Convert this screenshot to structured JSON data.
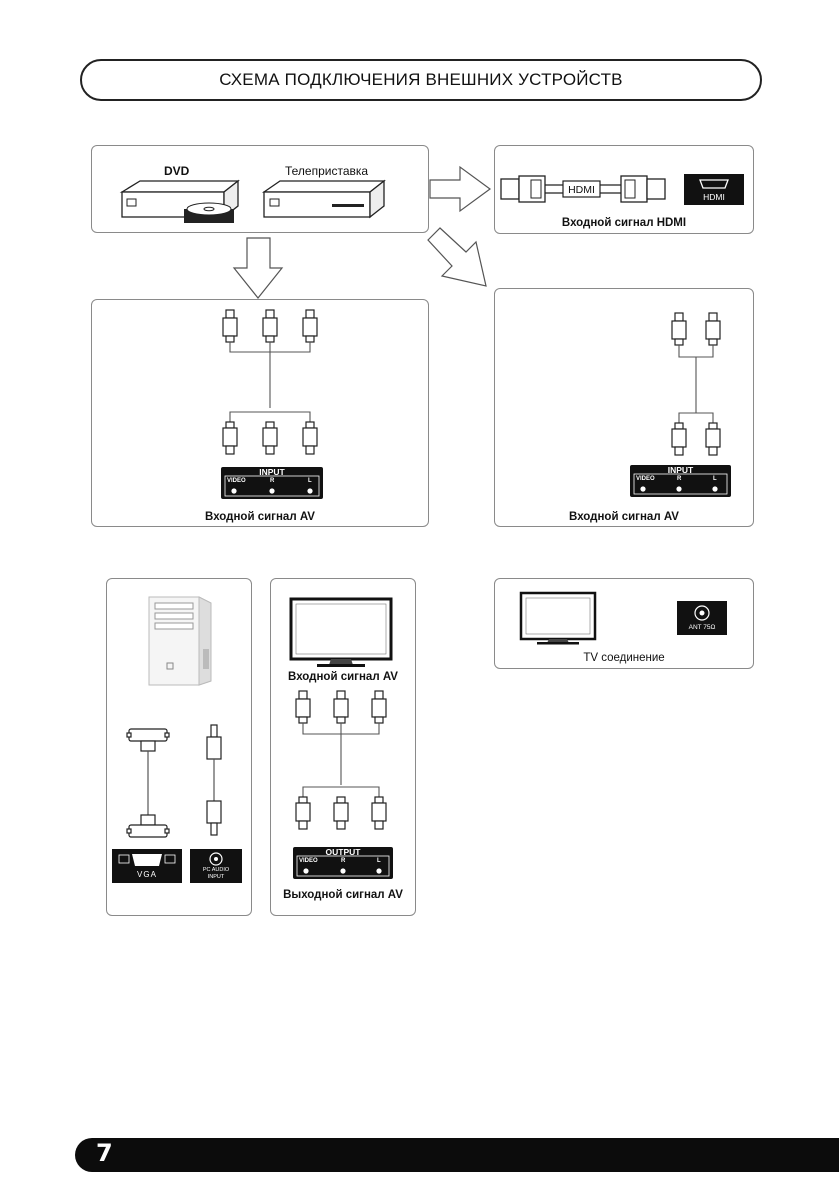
{
  "page": {
    "title": "СХЕМА ПОДКЛЮЧЕНИЯ ВНЕШНИХ УСТРОЙСТВ",
    "page_number": "7"
  },
  "sources": {
    "dvd_label": "DVD",
    "stb_label": "Телеприставка"
  },
  "hdmi": {
    "cable_label": "HDMI",
    "port_label": "HDMI",
    "caption": "Входной сигнал HDMI"
  },
  "av_left": {
    "panel_title": "INPUT",
    "port_labels": [
      "VIDEO",
      "R",
      "L"
    ],
    "caption": "Входной сигнал AV"
  },
  "av_right": {
    "panel_title": "INPUT",
    "port_labels": [
      "VIDEO",
      "R",
      "L"
    ],
    "caption": "Входной сигнал AV"
  },
  "pc": {
    "vga_label": "VGA",
    "audio_label_1": "PC AUDIO",
    "audio_label_2": "INPUT"
  },
  "av_output": {
    "top_caption": "Входной сигнал AV",
    "panel_title": "OUTPUT",
    "port_labels": [
      "VIDEO",
      "R",
      "L"
    ],
    "caption": "Выходной сигнал AV"
  },
  "tv": {
    "ant_label": "ANT 75Ω",
    "caption": "TV соединение"
  }
}
